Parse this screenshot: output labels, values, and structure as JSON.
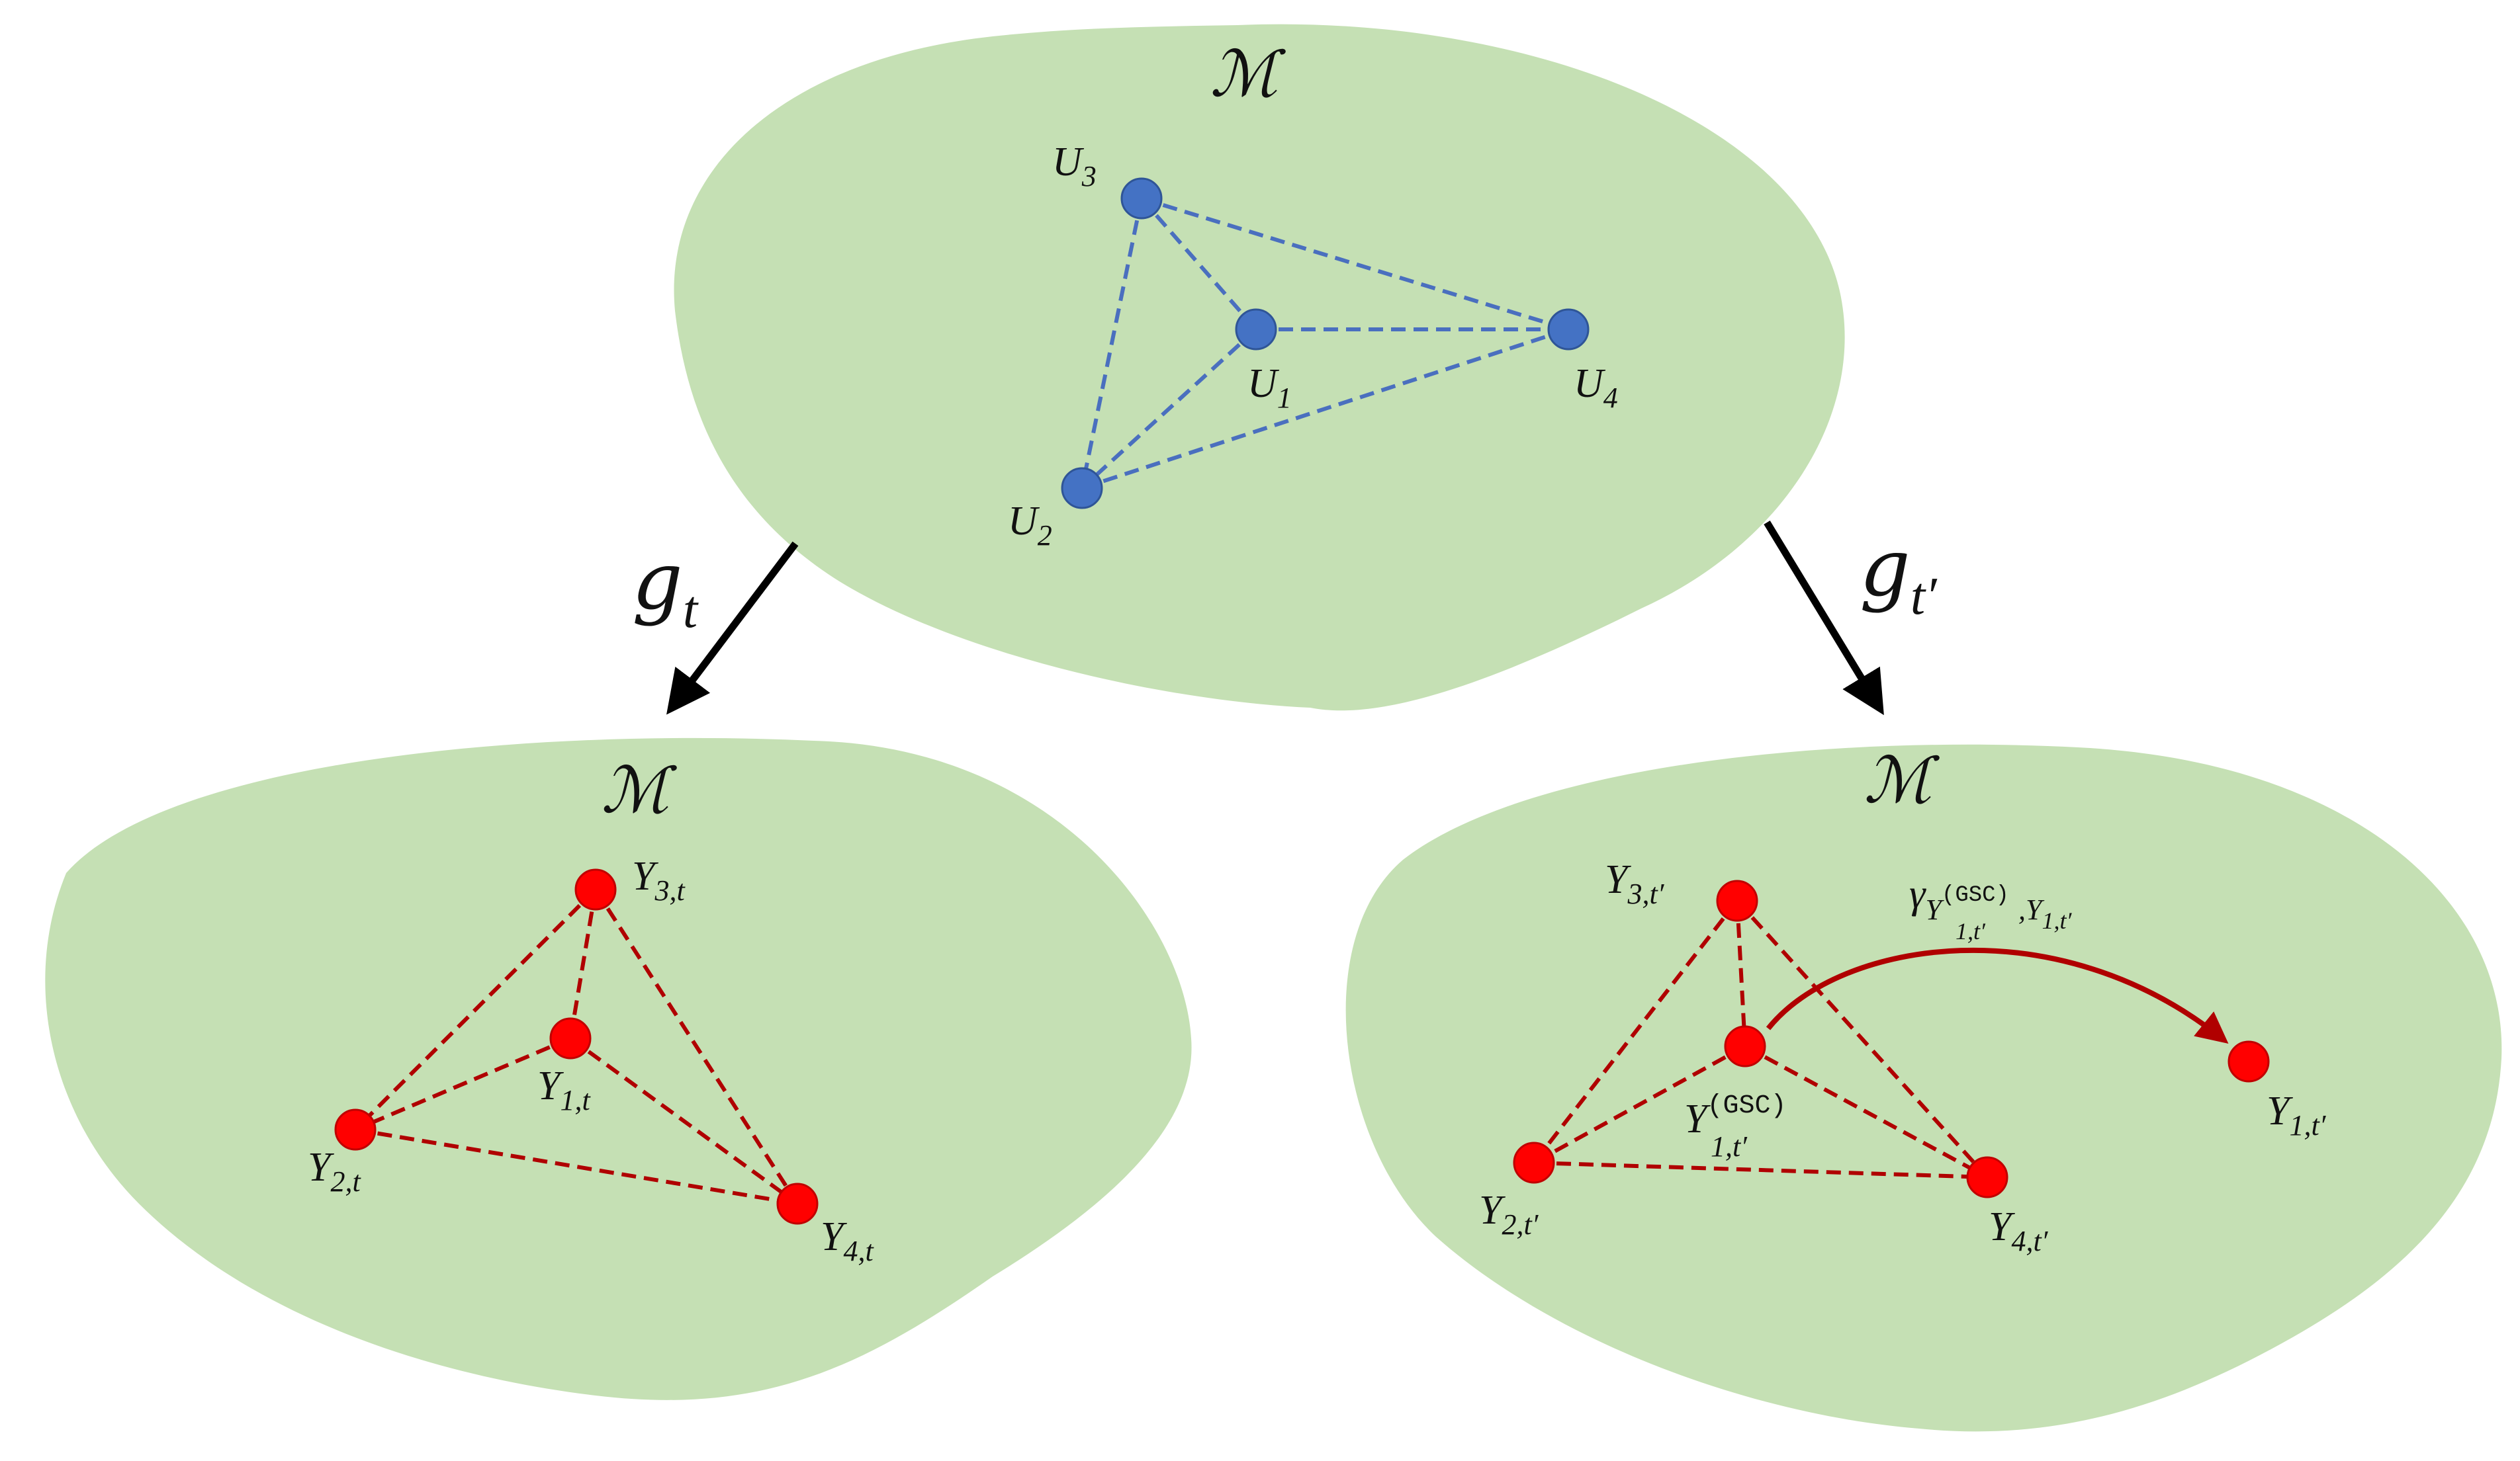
{
  "manifold_symbol": "ℳ",
  "top_panel": {
    "nodes": {
      "u1": {
        "base": "U",
        "sub": "1"
      },
      "u2": {
        "base": "U",
        "sub": "2"
      },
      "u3": {
        "base": "U",
        "sub": "3"
      },
      "u4": {
        "base": "U",
        "sub": "4"
      }
    }
  },
  "maps": {
    "left": {
      "base": "g",
      "sub": "t"
    },
    "right": {
      "base": "g",
      "sub": "t′"
    }
  },
  "left_panel": {
    "nodes": {
      "y1": {
        "base": "Y",
        "sub": "1,t"
      },
      "y2": {
        "base": "Y",
        "sub": "2,t"
      },
      "y3": {
        "base": "Y",
        "sub": "3,t"
      },
      "y4": {
        "base": "Y",
        "sub": "4,t"
      }
    }
  },
  "right_panel": {
    "nodes": {
      "y1gsc": {
        "base": "Y",
        "sup": "(GSC)",
        "sub": "1,t′"
      },
      "y2": {
        "base": "Y",
        "sub": "2,t′"
      },
      "y3": {
        "base": "Y",
        "sub": "3,t′"
      },
      "y4": {
        "base": "Y",
        "sub": "4,t′"
      },
      "y1": {
        "base": "Y",
        "sub": "1,t′"
      }
    },
    "geodesic": {
      "base": "γ",
      "sub_base": "Y",
      "sub_sup": "(GSC)",
      "sub_sub": "1,t′",
      "sub_tail": ",Y",
      "sub_tail_sub": "1,t′"
    }
  },
  "colors": {
    "manifold_fill": "#c5e0b4",
    "blue_node": "#4472c4",
    "red_node": "#ff0000",
    "dark_red": "#b00000",
    "arrow": "#000000"
  }
}
